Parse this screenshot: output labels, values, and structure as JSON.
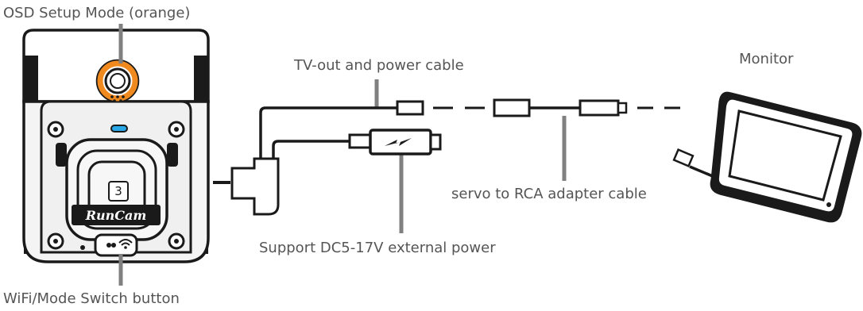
{
  "labels": {
    "osd_setup": "OSD Setup Mode (orange)",
    "tv_out": "TV-out and power cable",
    "monitor": "Monitor",
    "servo_rca": "servo to RCA adapter cable",
    "dc_power": "Support DC5-17V external power",
    "wifi_mode": "WiFi/Mode Switch button"
  },
  "device": {
    "logo_text": "RunCam",
    "badge_number": "3"
  },
  "colors": {
    "osd_ring": "#f08a1e",
    "status_led": "#2aa7e6",
    "leader_line": "#808080",
    "label_text": "#555555",
    "outline": "#1a1a1a"
  }
}
